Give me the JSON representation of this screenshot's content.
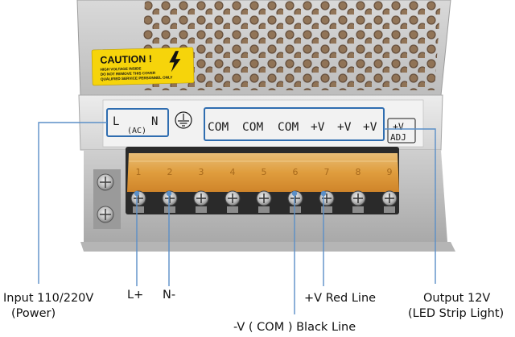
{
  "caution": {
    "title": "CAUTION !",
    "lines": [
      "HIGH VOLTAGE INSIDE",
      "DO NOT REMOVE THIS COVER",
      "QUALIFIED SERVICE PERSONNEL ONLY"
    ],
    "bg_color": "#f6d40b"
  },
  "silkscreen": {
    "ac_box": {
      "l": "L",
      "n": "N",
      "ac": "(AC)"
    },
    "ground_symbol": "ground-icon",
    "terminal_labels": [
      "COM",
      "COM",
      "COM",
      "+V",
      "+V",
      "+V"
    ],
    "adj": {
      "top": "+V",
      "bottom": "ADJ"
    }
  },
  "terminal_numbers": [
    "1",
    "2",
    "3",
    "4",
    "5",
    "6",
    "7",
    "8",
    "9"
  ],
  "callouts": {
    "input": {
      "line1": "Input 110/220V",
      "line2": "(Power)"
    },
    "l_plus": "L+",
    "n_minus": "N-",
    "v_red": "+V Red Line",
    "v_com": "-V ( COM ) Black Line",
    "output": {
      "line1": "Output 12V",
      "line2": "(LED Strip Light)"
    }
  },
  "colors": {
    "callout_line": "#5b8fc7",
    "highlight_box": "#2f6db0",
    "cover_amber": "#e8a23c",
    "metal": "#c9c9c9"
  }
}
